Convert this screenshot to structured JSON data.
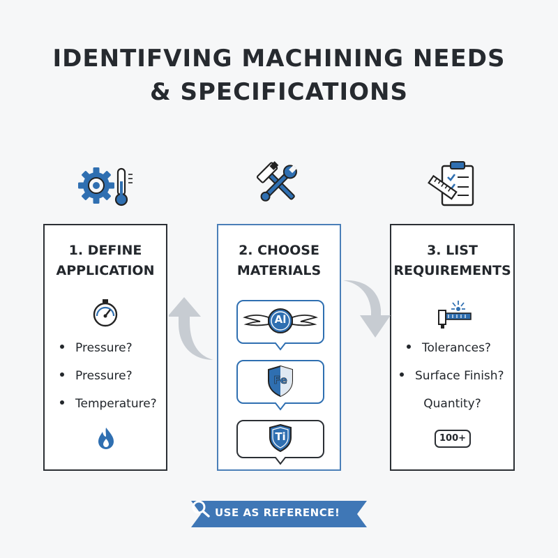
{
  "title": {
    "line1": "IDENTIFVING MACHINING NEEDS",
    "line2": "& SPECIFICATIONS"
  },
  "colors": {
    "accent_blue": "#3a74b5",
    "dark": "#2b2f34",
    "arrow_gray": "#c7ccd2",
    "ribbon": "#3f77b6"
  },
  "steps": [
    {
      "title_line1": "1. DEFINE",
      "title_line2": "APPLICATION",
      "header_icon": "gear-thermometer-icon",
      "inner_icon": "pressure-gauge-icon",
      "bullets": [
        "Pressure?",
        "Pressure?",
        "Temperature?"
      ],
      "footer_icon": "flame-icon"
    },
    {
      "title_line1": "2. CHOOSE",
      "title_line2": "MATERIALS",
      "header_icon": "hammer-wrench-icon",
      "materials": [
        {
          "symbol": "Al",
          "icon": "winged-badge-icon"
        },
        {
          "symbol": "Fe",
          "icon": "shield-icon"
        },
        {
          "symbol": "Ti",
          "icon": "shield-icon"
        }
      ]
    },
    {
      "title_line1": "3. LIST",
      "title_line2": "REQUIREMENTS",
      "header_icon": "clipboard-ruler-icon",
      "inner_icon": "caliper-icon",
      "bullets": [
        "Tolerances?",
        "Surface Finish?"
      ],
      "plain_line": "Quantity?",
      "badge": "100+"
    }
  ],
  "ribbon": {
    "label": "USE AS REFERENCE!",
    "icon": "magnifier-icon"
  }
}
